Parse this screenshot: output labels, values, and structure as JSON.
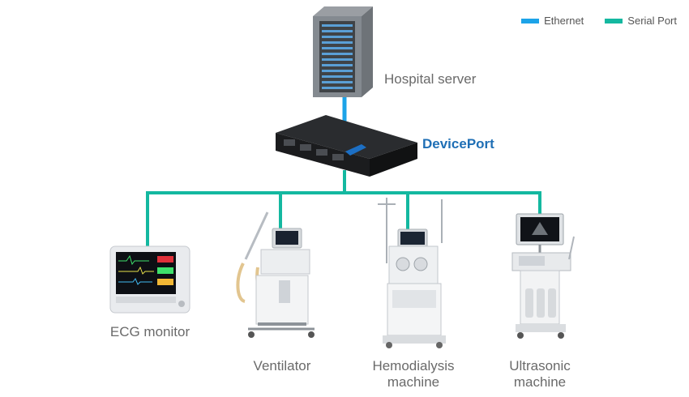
{
  "legend": {
    "ethernet": {
      "label": "Ethernet",
      "color": "#1ca3e8"
    },
    "serial": {
      "label": "Serial Port",
      "color": "#14b8a0"
    }
  },
  "nodes": {
    "server": {
      "label": "Hospital server",
      "icon": "server-rack-icon"
    },
    "deviceport": {
      "label": "DevicePort",
      "color": "#1f6fb5",
      "icon": "device-server-box-icon"
    },
    "ecg": {
      "label": "ECG monitor",
      "icon": "ecg-monitor-icon"
    },
    "ventilator": {
      "label": "Ventilator",
      "icon": "ventilator-icon"
    },
    "hemodialysis": {
      "label_line1": "Hemodialysis",
      "label_line2": "machine",
      "icon": "hemodialysis-machine-icon"
    },
    "ultrasonic": {
      "label_line1": "Ultrasonic",
      "label_line2": "machine",
      "icon": "ultrasound-machine-icon"
    }
  }
}
